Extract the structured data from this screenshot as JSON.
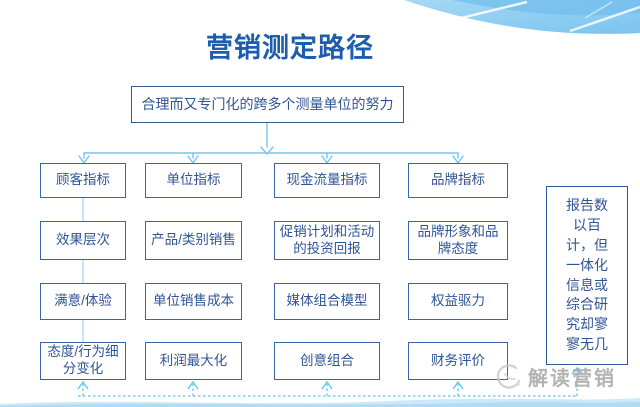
{
  "title": "营销测定路径",
  "top_box": {
    "label": "合理而又专门化的跨多个测量单位的努力"
  },
  "columns": [
    {
      "header": "顾客指标",
      "rows": [
        "效果层次",
        "满意/体验",
        "态度/行为细分变化"
      ]
    },
    {
      "header": "单位指标",
      "rows": [
        "产品/类别销售",
        "单位销售成本",
        "利润最大化"
      ]
    },
    {
      "header": "现金流量指标",
      "rows": [
        "促销计划和活动的投资回报",
        "媒体组合模型",
        "创意组合"
      ]
    },
    {
      "header": "品牌指标",
      "rows": [
        "品牌形象和品牌态度",
        "权益驱力",
        "财务评价"
      ]
    }
  ],
  "side_box": {
    "label": "报告数以百计，但一体化信息或综合研究却寥寥无几"
  },
  "watermark": {
    "label": "解读营销"
  },
  "icons": {
    "watermark_logo": "swirl-logo-icon",
    "top_decoration": "blue-swoosh",
    "bottom_decoration": "blue-wave"
  },
  "colors": {
    "title": "#1e5cae",
    "box_border": "#3d64a8",
    "box_text": "#2f5496",
    "connector_solid": "#79c3ee",
    "connector_column": "#a8d9f7",
    "connector_dashed": "#55c8f2",
    "swoosh": "#8fccf1",
    "watermark_gray": "#a6a6a6"
  }
}
